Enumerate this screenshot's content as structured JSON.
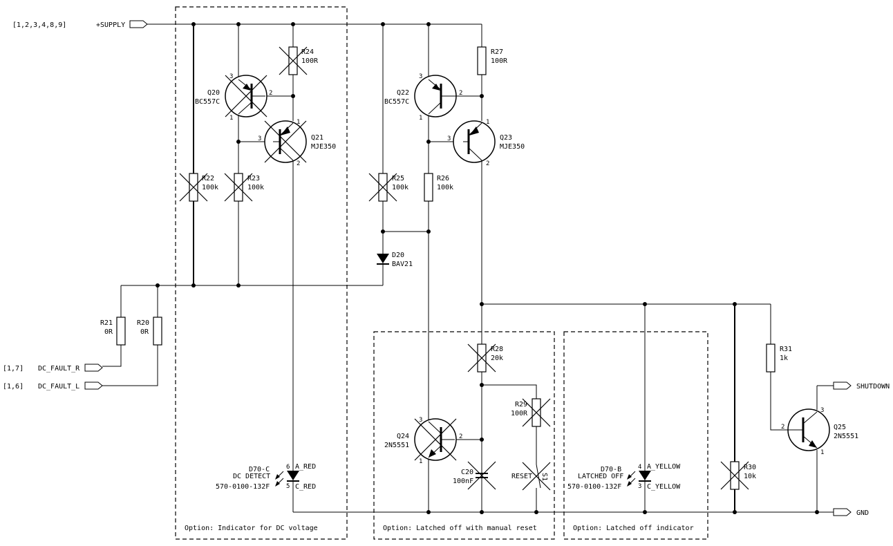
{
  "nets": {
    "supply": "+SUPPLY",
    "supply_ref": "[1,2,3,4,8,9]",
    "dc_fault_r": "DC_FAULT_R",
    "dc_fault_r_ref": "[1,7]",
    "dc_fault_l": "DC_FAULT_L",
    "dc_fault_l_ref": "[1,6]",
    "shutdown": "SHUTDOWN",
    "gnd": "GND"
  },
  "options": {
    "dc_indicator": "Option: Indicator for DC voltage",
    "manual_reset": "Option: Latched off with manual reset",
    "latched_indicator": "Option: Latched off indicator"
  },
  "resistors": {
    "r20": {
      "ref": "R20",
      "value": "0R"
    },
    "r21": {
      "ref": "R21",
      "value": "0R"
    },
    "r22": {
      "ref": "R22",
      "value": "100k"
    },
    "r23": {
      "ref": "R23",
      "value": "100k"
    },
    "r24": {
      "ref": "R24",
      "value": "100R"
    },
    "r25": {
      "ref": "R25",
      "value": "100k"
    },
    "r26": {
      "ref": "R26",
      "value": "100k"
    },
    "r27": {
      "ref": "R27",
      "value": "100R"
    },
    "r28": {
      "ref": "R28",
      "value": "20k"
    },
    "r29": {
      "ref": "R29",
      "value": "100R"
    },
    "r30": {
      "ref": "R30",
      "value": "10k"
    },
    "r31": {
      "ref": "R31",
      "value": "1k"
    }
  },
  "transistors": {
    "q20": {
      "ref": "Q20",
      "value": "BC557C"
    },
    "q21": {
      "ref": "Q21",
      "value": "MJE350"
    },
    "q22": {
      "ref": "Q22",
      "value": "BC557C"
    },
    "q23": {
      "ref": "Q23",
      "value": "MJE350"
    },
    "q24": {
      "ref": "Q24",
      "value": "2N5551"
    },
    "q25": {
      "ref": "Q25",
      "value": "2N5551"
    }
  },
  "pins": {
    "p1": "1",
    "p2": "2",
    "p3": "3",
    "p4": "4",
    "p5": "5",
    "p6": "6"
  },
  "diode": {
    "ref": "D20",
    "value": "BAV21"
  },
  "capacitor": {
    "ref": "C20",
    "value": "100nF"
  },
  "switch": {
    "ref": "S1",
    "value": "RESET"
  },
  "leds": {
    "d70c": {
      "ref": "D70-C",
      "value": "DC DETECT",
      "part": "570-0100-132F",
      "anode": "A_RED",
      "cathode": "C_RED"
    },
    "d70b": {
      "ref": "D70-B",
      "value": "LATCHED OFF",
      "part": "570-0100-132F",
      "anode": "A_YELLOW",
      "cathode": "C_YELLOW"
    }
  }
}
